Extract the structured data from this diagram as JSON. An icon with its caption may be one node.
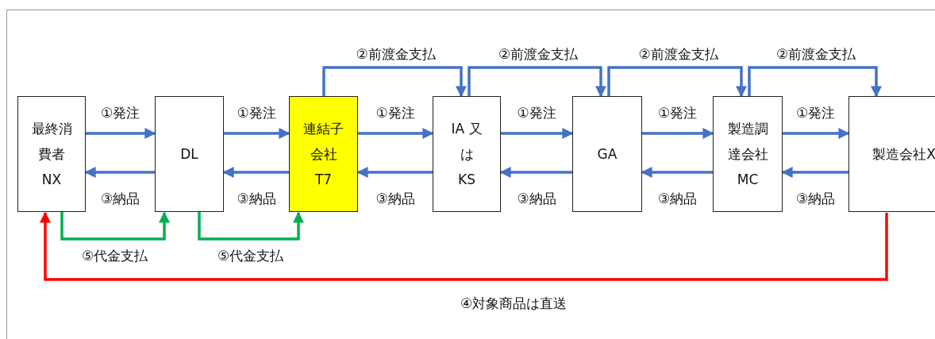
{
  "diagram": {
    "nodes": [
      {
        "text": [
          "最終消費者 NX"
        ]
      },
      {
        "text": [
          "DL"
        ]
      },
      {
        "text": [
          "連結子会社 T7"
        ]
      },
      {
        "text": [
          "IA 又は KS"
        ]
      },
      {
        "text": [
          "GA"
        ]
      },
      {
        "text": [
          "製造調達会社 MC"
        ]
      },
      {
        "text": [
          "製造会社X"
        ]
      }
    ],
    "edges": [
      {
        "from": 0,
        "to": 1,
        "arrow": "to",
        "label": "①発注"
      },
      {
        "from": 1,
        "to": 2,
        "arrow": "to",
        "label": "①発注"
      },
      {
        "from": 2,
        "to": 3,
        "arrow": "to",
        "label": "①発注"
      },
      {
        "from": 3,
        "to": 4,
        "arrow": "to",
        "label": "①発注"
      },
      {
        "from": 4,
        "to": 5,
        "arrow": "to",
        "label": "①発注"
      },
      {
        "from": 5,
        "to": 6,
        "arrow": "to",
        "label": "①発注"
      },
      {
        "from": 1,
        "to": 0,
        "arrow": "to",
        "label": "③納品"
      },
      {
        "from": 2,
        "to": 1,
        "arrow": "to",
        "label": "③納品"
      },
      {
        "from": 3,
        "to": 2,
        "arrow": "to",
        "label": "③納品"
      },
      {
        "from": 4,
        "to": 3,
        "arrow": "to",
        "label": "③納品"
      },
      {
        "from": 5,
        "to": 4,
        "arrow": "to",
        "label": "③納品"
      },
      {
        "from": 6,
        "to": 5,
        "arrow": "to",
        "label": "③納品"
      },
      {
        "from": 2,
        "to": 3,
        "arrow": "to",
        "label": "②前渡金支払"
      },
      {
        "from": 3,
        "to": 4,
        "arrow": "to",
        "label": "②前渡金支払"
      },
      {
        "from": 4,
        "to": 5,
        "arrow": "to",
        "label": "②前渡金支払"
      },
      {
        "from": 5,
        "to": 6,
        "arrow": "to",
        "label": "②前渡金支払"
      },
      {
        "from": 0,
        "to": 1,
        "arrow": "to",
        "label": "⑤代金支払",
        "color": "#00b050"
      },
      {
        "from": 1,
        "to": 2,
        "arrow": "to",
        "label": "⑤代金支払",
        "color": "#00b050"
      },
      {
        "from": 6,
        "to": 0,
        "arrow": "to",
        "label": "④対象商品は直送",
        "color": "#ff0000"
      }
    ]
  }
}
